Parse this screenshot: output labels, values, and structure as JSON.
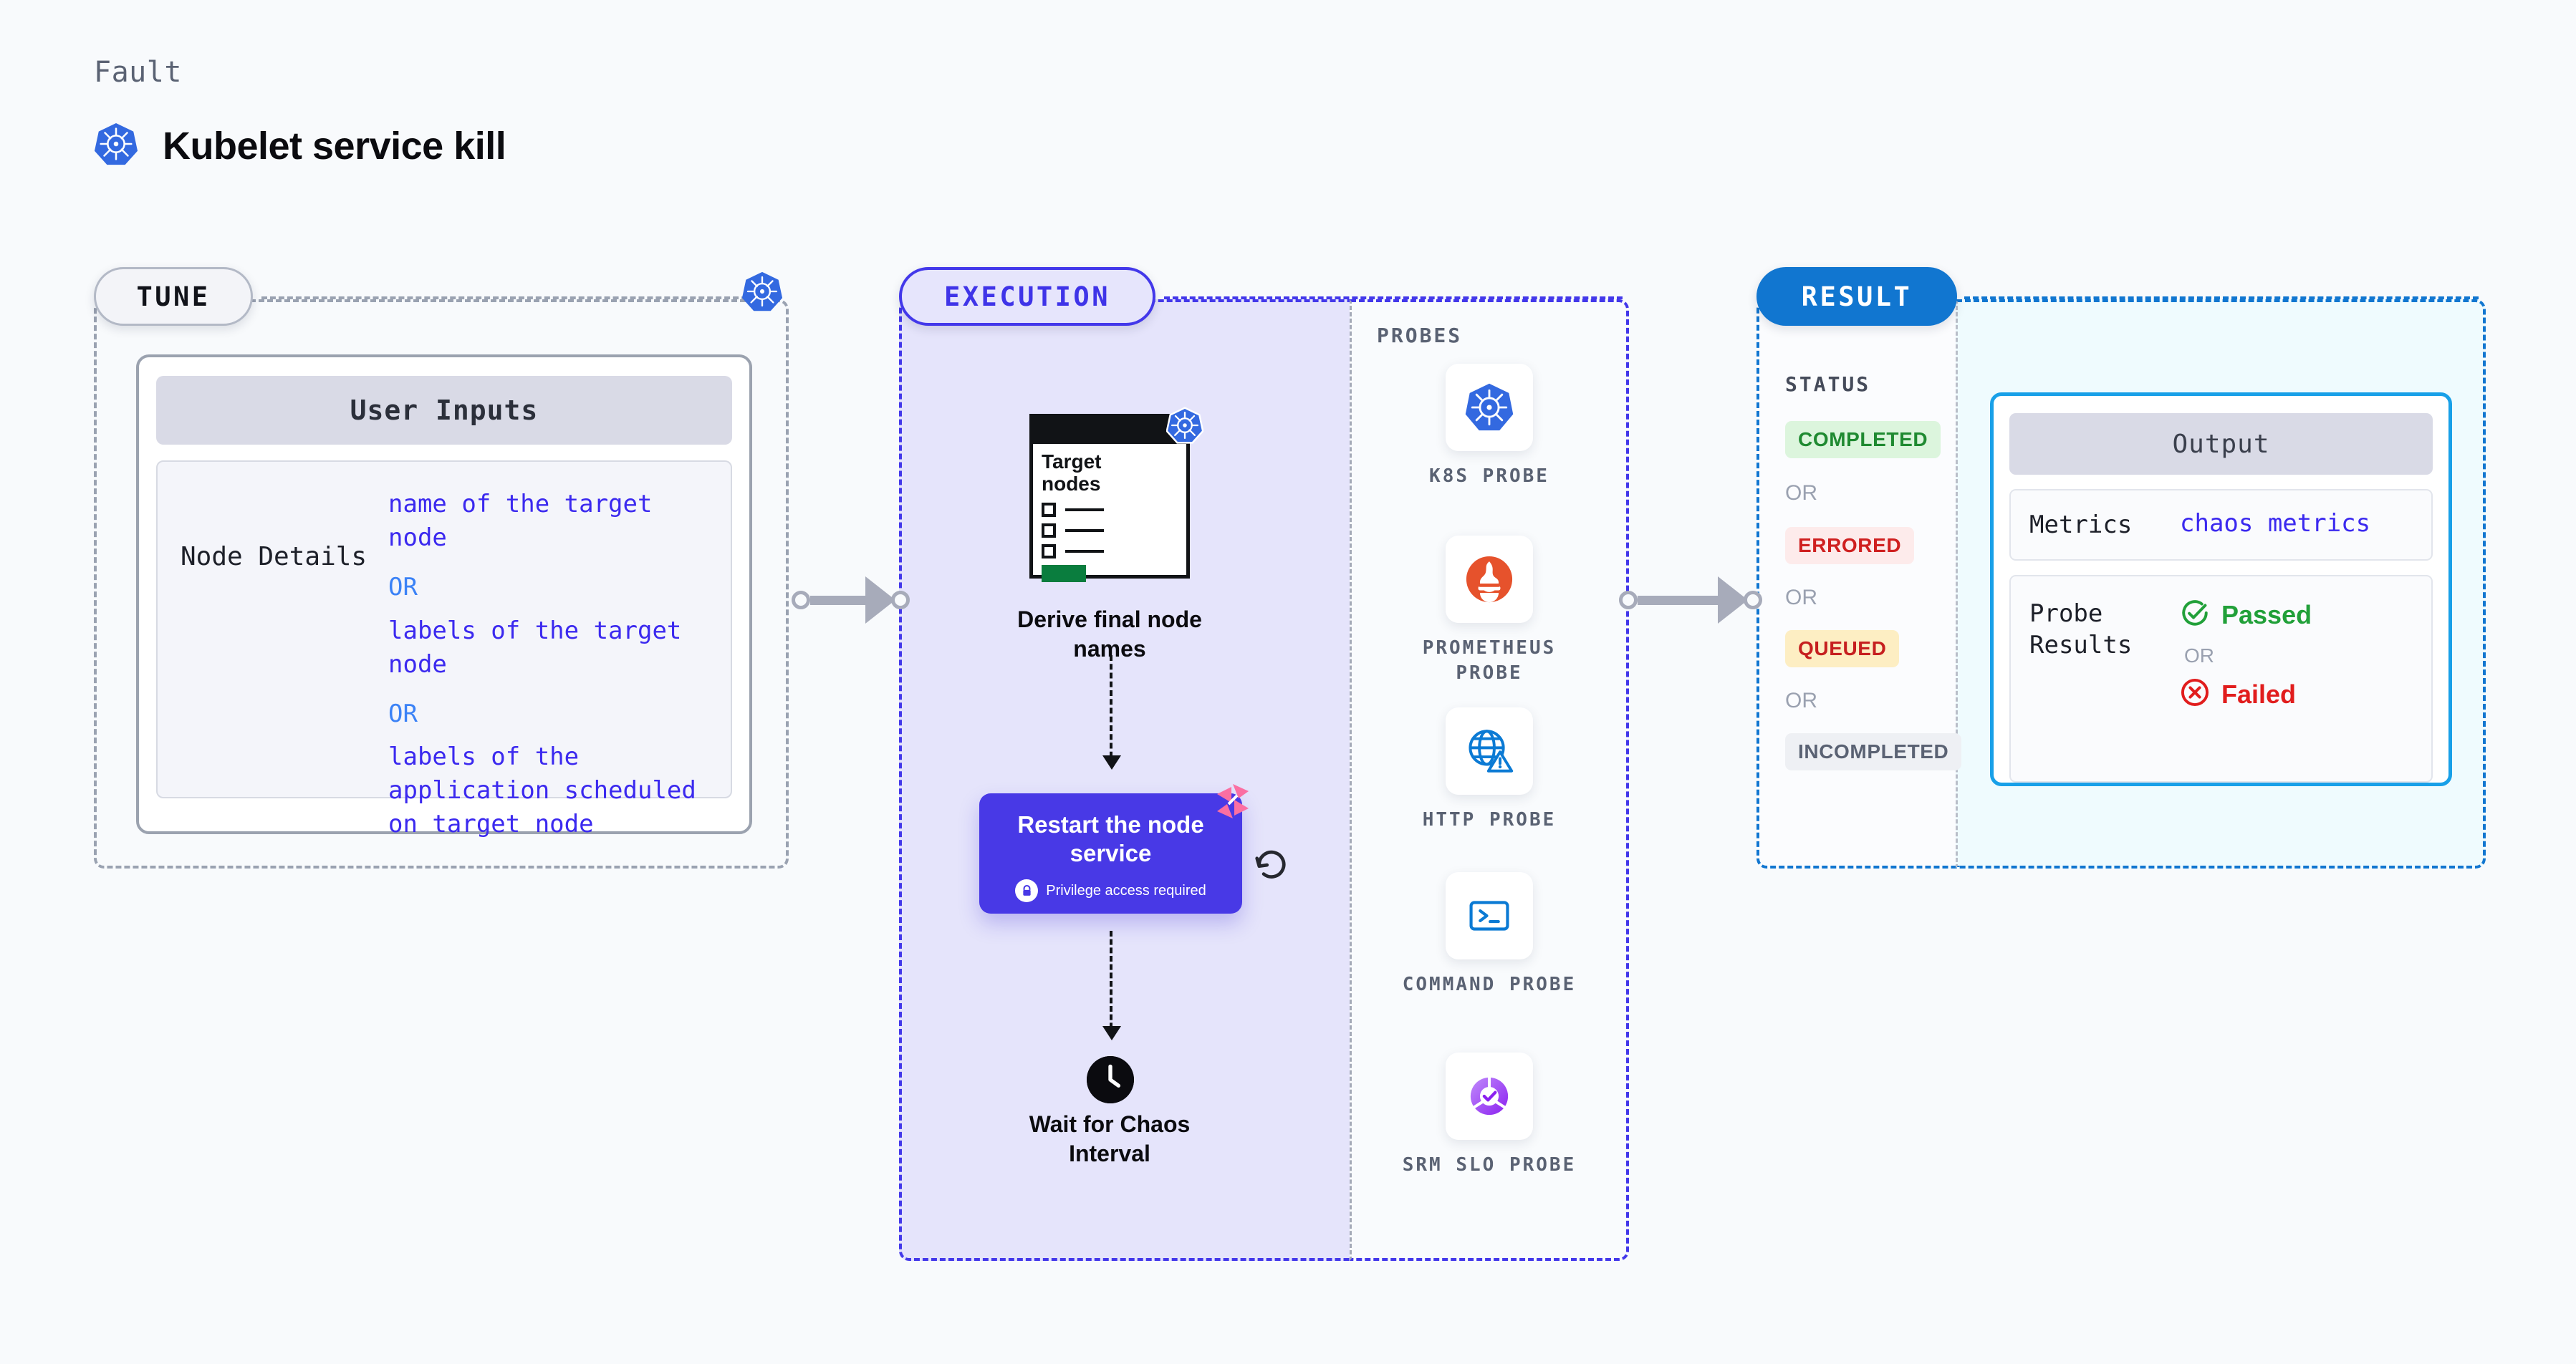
{
  "header": {
    "eyebrow": "Fault",
    "title": "Kubelet service kill",
    "icon": "kubernetes-icon"
  },
  "colors": {
    "page_bg": "#f8fafc",
    "tune_border": "#9aa2b1",
    "execution_border": "#4338ea",
    "execution_fill": "#e5e4fb",
    "result_border": "#1176d0",
    "result_fill": "#effbfe",
    "accent_purple": "#4839e6",
    "link_blue": "#3b29ef",
    "or_blue": "#3b82f6",
    "output_border": "#18a0e8",
    "chaos_pink": "#fb6fa2",
    "k8s_blue": "#3369e0",
    "prometheus_orange": "#e6522c",
    "probe_blue": "#0b7ad4",
    "srm_purple": "#9a3ff5",
    "passed_green": "#21a039",
    "failed_red": "#e11d1d"
  },
  "tune": {
    "pill_label": "TUNE",
    "badge_icon": "kubernetes-icon",
    "card": {
      "header": "User Inputs",
      "rows": [
        {
          "key": "Node Details",
          "values": [
            "name of the target node",
            "labels of the target node",
            "labels of the application  scheduled on target node"
          ],
          "separator": "OR"
        }
      ]
    }
  },
  "execution": {
    "pill_label": "EXECUTION",
    "doc": {
      "title": "Target nodes",
      "badge_icon": "kubernetes-icon",
      "checkbox_rows": 3
    },
    "steps": [
      {
        "caption": "Derive final node names",
        "icon": "target-nodes-document-icon"
      },
      {
        "caption": "Restart the node service",
        "note": "Privilege access required",
        "note_icon": "lock-icon",
        "corner_icon": "litmus-chaos-icon",
        "side_icon": "refresh-icon"
      },
      {
        "caption": "Wait for Chaos Interval",
        "icon": "clock-icon"
      }
    ]
  },
  "probes": {
    "label": "PROBES",
    "items": [
      {
        "label": "K8S PROBE",
        "icon": "kubernetes-icon"
      },
      {
        "label": "PROMETHEUS PROBE",
        "icon": "prometheus-icon"
      },
      {
        "label": "HTTP PROBE",
        "icon": "globe-warning-icon"
      },
      {
        "label": "COMMAND PROBE",
        "icon": "terminal-icon"
      },
      {
        "label": "SRM SLO PROBE",
        "icon": "srm-slo-donut-icon"
      }
    ]
  },
  "result": {
    "pill_label": "RESULT",
    "status_label": "STATUS",
    "separator": "OR",
    "statuses": [
      {
        "label": "COMPLETED",
        "fg": "#1f8a31",
        "bg": "#dcf5dd"
      },
      {
        "label": "ERRORED",
        "fg": "#cf2020",
        "bg": "#fdebeb"
      },
      {
        "label": "QUEUED",
        "fg": "#c61f1f",
        "bg": "#fdeec3"
      },
      {
        "label": "INCOMPLETED",
        "fg": "#5a6273",
        "bg": "#eef0f4"
      }
    ],
    "output": {
      "header": "Output",
      "metrics_key": "Metrics",
      "metrics_value": "chaos metrics",
      "probe_key": "Probe Results",
      "probe_passed": "Passed",
      "probe_failed": "Failed",
      "probe_separator": "OR",
      "passed_icon": "check-circle-icon",
      "failed_icon": "x-circle-icon"
    }
  }
}
